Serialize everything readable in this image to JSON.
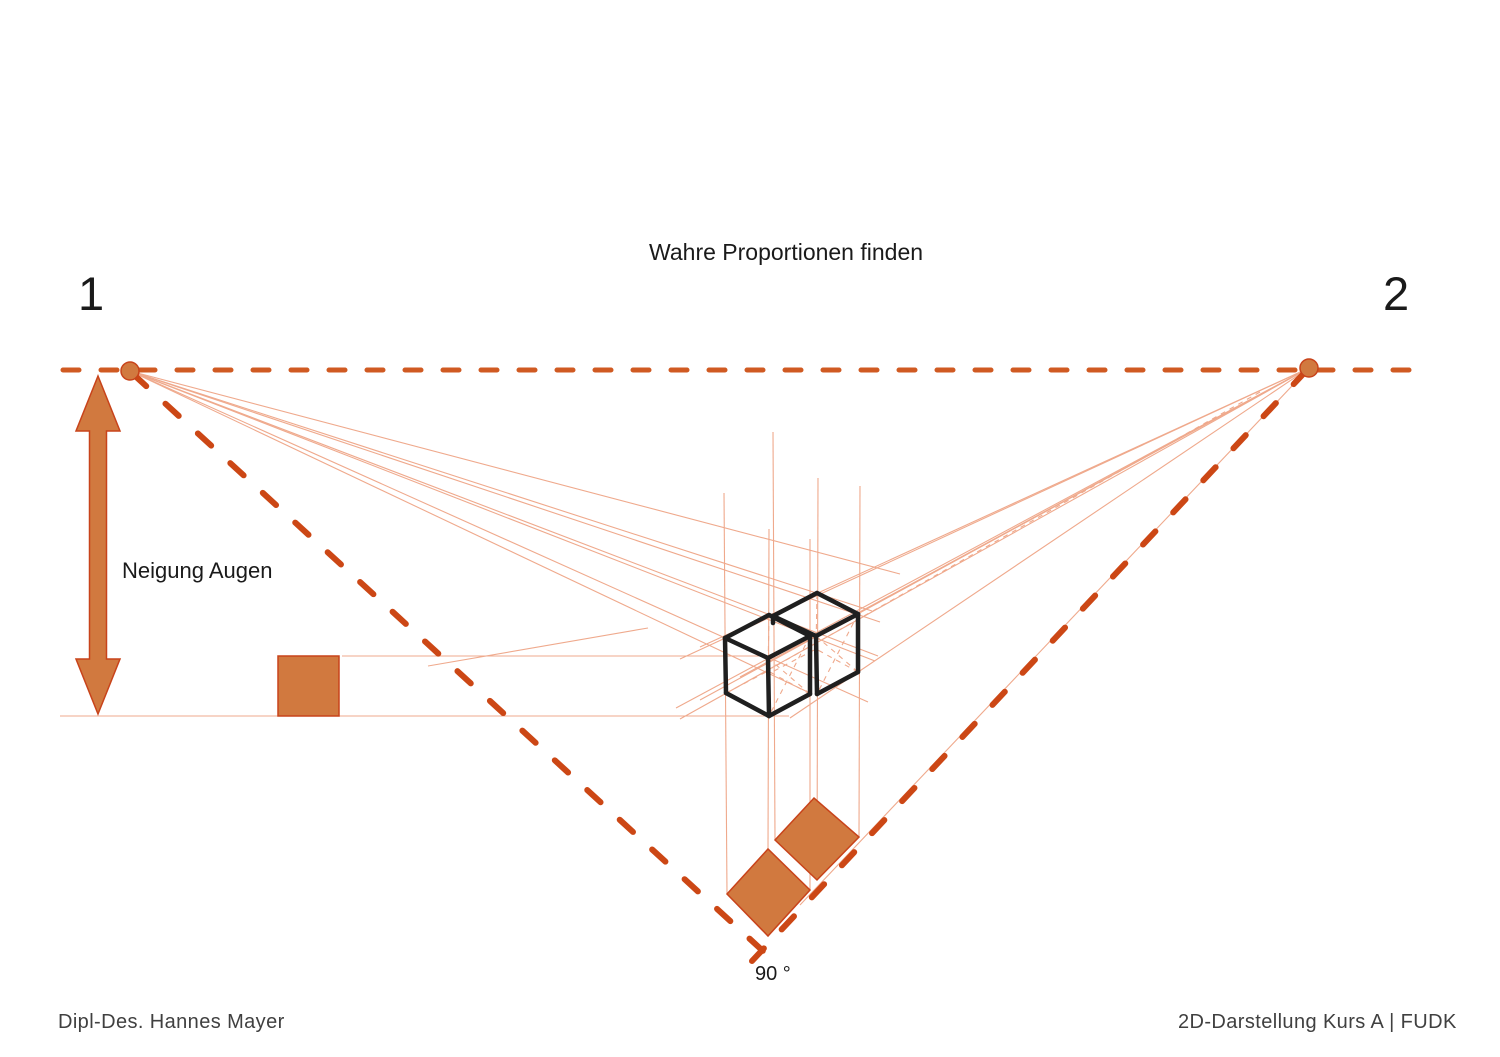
{
  "page": {
    "title": "Wahre Proportionen finden"
  },
  "labels": {
    "vanishing_point_1": "1",
    "vanishing_point_2": "2",
    "eye_height": "Neigung Augen",
    "angle": "90 °"
  },
  "footer": {
    "author": "Dipl-Des. Hannes Mayer",
    "course": "2D-Darstellung Kurs A | FUDK"
  },
  "colors": {
    "accent": "#d1793f",
    "border": "#c8431a",
    "horizon": "#d05a22",
    "vdash": "#cc4715",
    "construction": "#efa98c",
    "cube": "#1f1f1f",
    "text": "#1a1a1a",
    "footer": "#404040"
  },
  "diagram": {
    "groups": [
      {
        "name": "construction-lines",
        "cls": "g-thin",
        "shape": "line",
        "items": [
          [
            60,
            716,
            789,
            716
          ],
          [
            342,
            656,
            772,
            656
          ],
          [
            428,
            666,
            648,
            628
          ],
          [
            1309,
            368,
            800,
            905
          ],
          [
            130,
            371,
            900,
            574
          ],
          [
            130,
            371,
            872,
            611
          ],
          [
            130,
            371,
            880,
            622
          ],
          [
            130,
            371,
            878,
            656
          ],
          [
            130,
            371,
            875,
            661
          ],
          [
            130,
            371,
            868,
            702
          ],
          [
            130,
            371,
            812,
            694
          ],
          [
            1309,
            368,
            700,
            647
          ],
          [
            1309,
            368,
            680,
            659
          ],
          [
            1309,
            368,
            676,
            708
          ],
          [
            1309,
            368,
            700,
            700
          ],
          [
            1309,
            368,
            740,
            677
          ],
          [
            1309,
            368,
            790,
            718
          ],
          [
            1309,
            368,
            680,
            719
          ],
          [
            724,
            493,
            727,
            894
          ],
          [
            773,
            432,
            775,
            840
          ],
          [
            769,
            529,
            768,
            849
          ],
          [
            810,
            539,
            810,
            890
          ],
          [
            818,
            478,
            817,
            880
          ],
          [
            860,
            486,
            859,
            837
          ]
        ]
      },
      {
        "name": "construction-dashed-lines",
        "cls": "g-thin-dash",
        "shape": "line",
        "items": [
          [
            1260,
            392,
            772,
            668
          ],
          [
            726,
            693,
            768,
            671
          ],
          [
            810,
            694,
            768,
            671
          ],
          [
            768,
            671,
            769,
            615
          ],
          [
            774,
            671,
            816,
            649
          ],
          [
            858,
            672,
            816,
            649
          ],
          [
            816,
            649,
            817,
            593
          ],
          [
            768,
            658,
            810,
            694
          ],
          [
            810,
            636,
            769,
            716
          ],
          [
            816,
            636,
            858,
            672
          ],
          [
            858,
            614,
            817,
            694
          ]
        ]
      },
      {
        "name": "elevation-square",
        "cls": "g-shape",
        "shape": "rect",
        "items": [
          [
            278,
            656,
            61,
            60
          ]
        ]
      },
      {
        "name": "plan-squares",
        "cls": "g-shape",
        "shape": "polygon",
        "items": [
          "727,894 768,849 810,890 768,936",
          "775,840 814,798 859,837 817,880"
        ]
      },
      {
        "name": "cube-back-edges",
        "cls": "g-cube",
        "shape": "line",
        "items": [
          [
            773,
            616,
            817,
            593
          ],
          [
            817,
            593,
            858,
            614
          ],
          [
            773,
            616,
            816,
            636
          ],
          [
            858,
            614,
            816,
            636
          ],
          [
            816,
            636,
            817,
            694
          ],
          [
            858,
            614,
            858,
            672
          ],
          [
            817,
            694,
            858,
            672
          ],
          [
            773,
            616,
            773,
            623
          ]
        ]
      },
      {
        "name": "cube-front-edges",
        "cls": "g-cube",
        "shape": "line",
        "items": [
          [
            725,
            638,
            769,
            615
          ],
          [
            769,
            615,
            810,
            636
          ],
          [
            725,
            638,
            768,
            658
          ],
          [
            810,
            636,
            768,
            658
          ],
          [
            725,
            638,
            726,
            693
          ],
          [
            768,
            658,
            769,
            716
          ],
          [
            810,
            636,
            810,
            694
          ],
          [
            726,
            693,
            769,
            716
          ],
          [
            810,
            694,
            769,
            716
          ]
        ]
      },
      {
        "name": "horizon-line",
        "cls": "g-horizon",
        "shape": "line",
        "items": [
          [
            63,
            370,
            1415,
            370
          ]
        ]
      },
      {
        "name": "view-ray-left",
        "cls": "g-vline",
        "shape": "line",
        "items": [
          [
            133,
            374,
            775,
            962
          ]
        ]
      },
      {
        "name": "view-ray-right",
        "cls": "g-vline",
        "shape": "line",
        "items": [
          [
            1306,
            371,
            752,
            961
          ]
        ]
      },
      {
        "name": "vanishing-point-dots",
        "cls": "g-dot",
        "shape": "circle",
        "items": [
          [
            130,
            371,
            9
          ],
          [
            1309,
            368,
            9
          ]
        ]
      },
      {
        "name": "eye-height-arrow",
        "cls": "g-arrow",
        "shape": "polygon",
        "items": [
          "98,376 120,431 106.5,431 106.5,659 120,659 98,714 76,659 89.5,659 89.5,431 76,431"
        ]
      }
    ]
  }
}
